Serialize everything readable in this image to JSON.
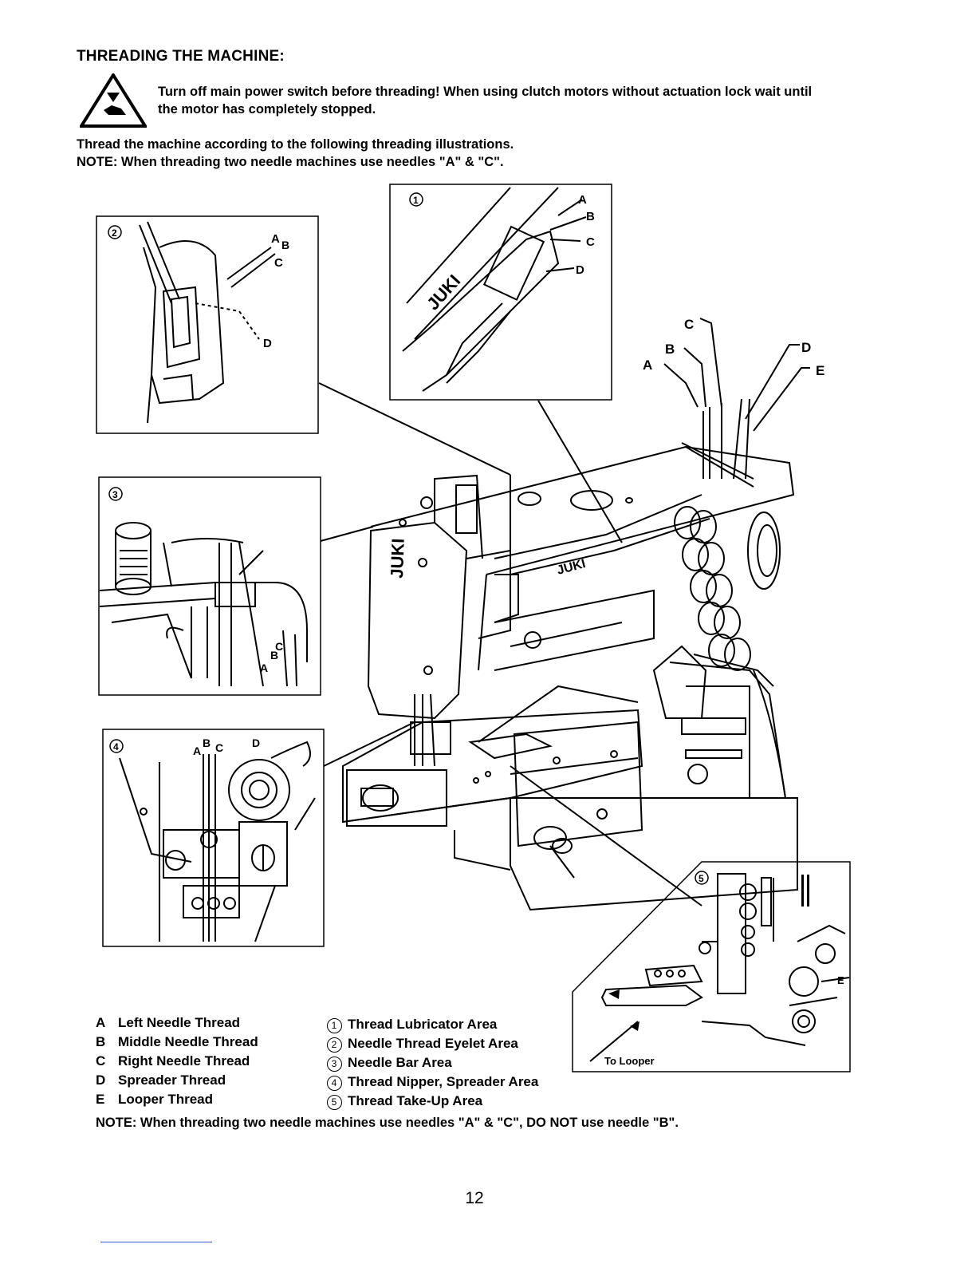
{
  "header": {
    "title": "THREADING THE MACHINE:"
  },
  "warning": {
    "icon": "warning-triangle-icon",
    "text_line1": "Turn off main power switch before threading! When using clutch motors without actuation lock wait until",
    "text_line2": "the motor has completely stopped."
  },
  "intro": {
    "line1": "Thread the machine according to the following threading illustrations.",
    "line2": "NOTE:  When threading two needle machines use needles \"A\" & \"C\"."
  },
  "figure": {
    "main_labels": {
      "a": "A",
      "b": "B",
      "c": "C",
      "d": "D",
      "e": "E"
    },
    "brand_text": "JUKI",
    "insets": [
      {
        "num": "1",
        "labels": [
          "A",
          "B",
          "C",
          "D"
        ]
      },
      {
        "num": "2",
        "labels": [
          "A",
          "B",
          "C",
          "D"
        ]
      },
      {
        "num": "3",
        "labels": [
          "C",
          "A",
          "B"
        ]
      },
      {
        "num": "4",
        "labels": [
          "A",
          "B",
          "C",
          "D"
        ]
      },
      {
        "num": "5",
        "labels": [
          "E"
        ],
        "caption": "To Looper"
      }
    ]
  },
  "legend": {
    "letters": [
      {
        "key": "A",
        "label": "Left Needle Thread"
      },
      {
        "key": "B",
        "label": "Middle Needle Thread"
      },
      {
        "key": "C",
        "label": "Right Needle Thread"
      },
      {
        "key": "D",
        "label": "Spreader Thread"
      },
      {
        "key": "E",
        "label": "Looper Thread"
      }
    ],
    "areas": [
      {
        "num": "1",
        "label": "Thread Lubricator Area"
      },
      {
        "num": "2",
        "label": "Needle Thread Eyelet Area"
      },
      {
        "num": "3",
        "label": "Needle Bar Area"
      },
      {
        "num": "4",
        "label": "Thread Nipper, Spreader Area"
      },
      {
        "num": "5",
        "label": "Thread Take-Up Area"
      }
    ]
  },
  "footer_note": "NOTE:  When threading two needle machines use needles \"A\" & \"C\", DO NOT use needle \"B\".",
  "page_number": "12"
}
